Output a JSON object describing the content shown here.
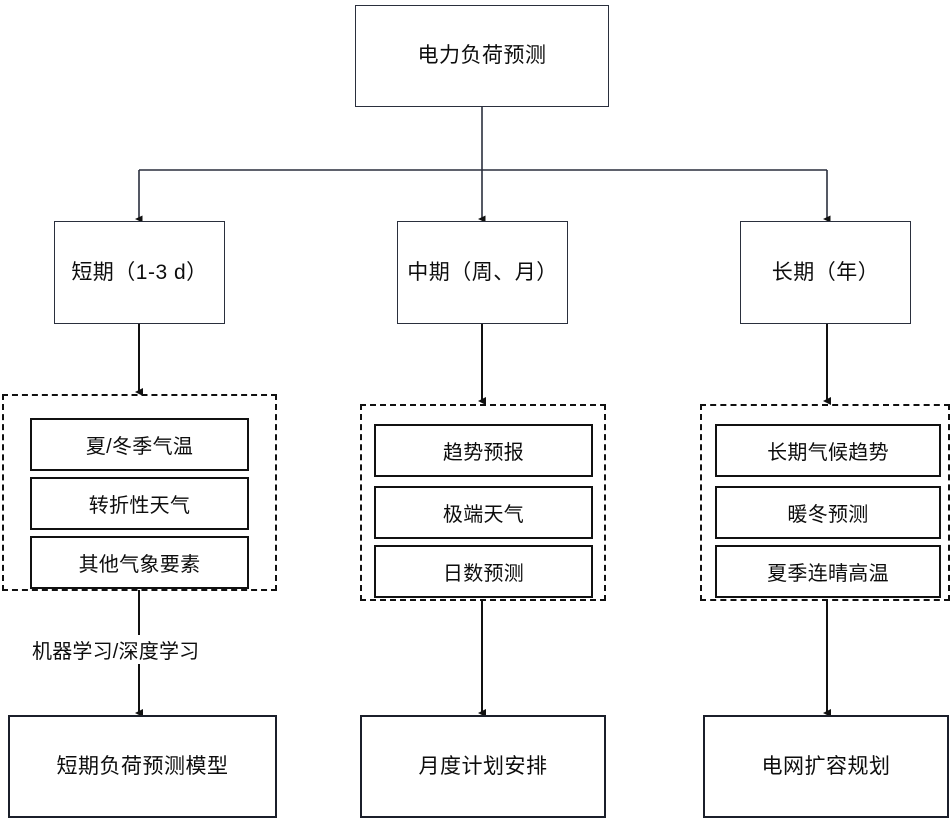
{
  "diagram": {
    "title": "电力负荷预测",
    "root": {
      "label": "电力负荷预测"
    },
    "branches": [
      {
        "id": "short-term",
        "label": "短期（1-3 d）",
        "group_items": [
          "夏/冬季气温",
          "转折性天气",
          "其他气象要素"
        ],
        "edge_label": "机器学习/深度学习",
        "outcome": "短期负荷预测模型"
      },
      {
        "id": "medium-term",
        "label": "中期（周、月）",
        "group_items": [
          "趋势预报",
          "极端天气",
          "日数预测"
        ],
        "edge_label": "",
        "outcome": "月度计划安排"
      },
      {
        "id": "long-term",
        "label": "长期（年）",
        "group_items": [
          "长期气候趋势",
          "暖冬预测",
          "夏季连晴高温"
        ],
        "edge_label": "",
        "outcome": "电网扩容规划"
      }
    ],
    "colors": {
      "stroke": "#111111",
      "node_stroke": "#2a2f3d",
      "background": "#ffffff",
      "text": "#0d0d0d"
    }
  }
}
